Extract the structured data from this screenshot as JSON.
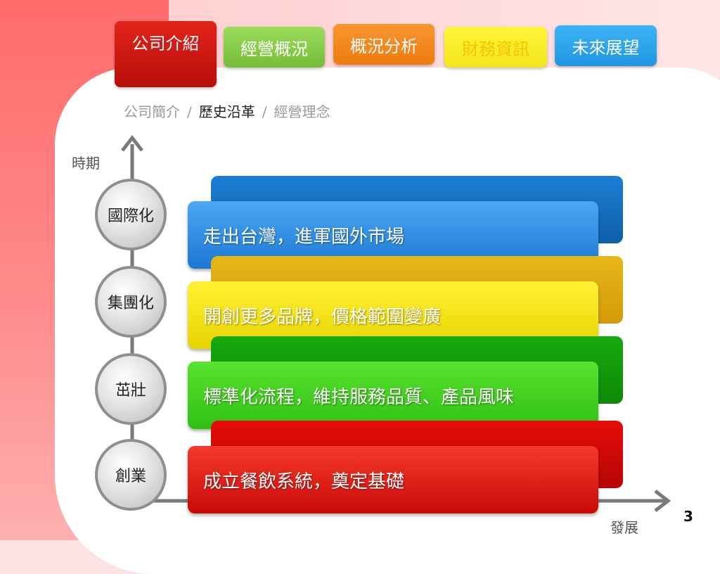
{
  "tabs": [
    {
      "label": "公司介紹",
      "color": "#d61a12",
      "active": true
    },
    {
      "label": "經營概況",
      "color": "#8ed14f",
      "active": false
    },
    {
      "label": "概況分析",
      "color": "#f58a1f",
      "active": false
    },
    {
      "label": "財務資訊",
      "color": "#f6ef2a",
      "active": false
    },
    {
      "label": "未來展望",
      "color": "#2aa7ee",
      "active": false
    }
  ],
  "breadcrumb": {
    "items": [
      "公司簡介",
      "歷史沿革",
      "經營理念"
    ],
    "current": "歷史沿革",
    "separator": "/"
  },
  "axes": {
    "y_label": "時期",
    "x_label": "發展"
  },
  "stages": [
    {
      "label": "國際化",
      "text": "走出台灣，進軍國外市場",
      "color": "#2a8ae6"
    },
    {
      "label": "集團化",
      "text": "開創更多品牌，價格範圍變廣",
      "color": "#f2dc0a"
    },
    {
      "label": "茁壯",
      "text": "標準化流程，維持服務品質、產品風味",
      "color": "#3fcf1c"
    },
    {
      "label": "創業",
      "text": "成立餐飲系統，奠定基礎",
      "color": "#e0100c"
    }
  ],
  "page_number": "3"
}
